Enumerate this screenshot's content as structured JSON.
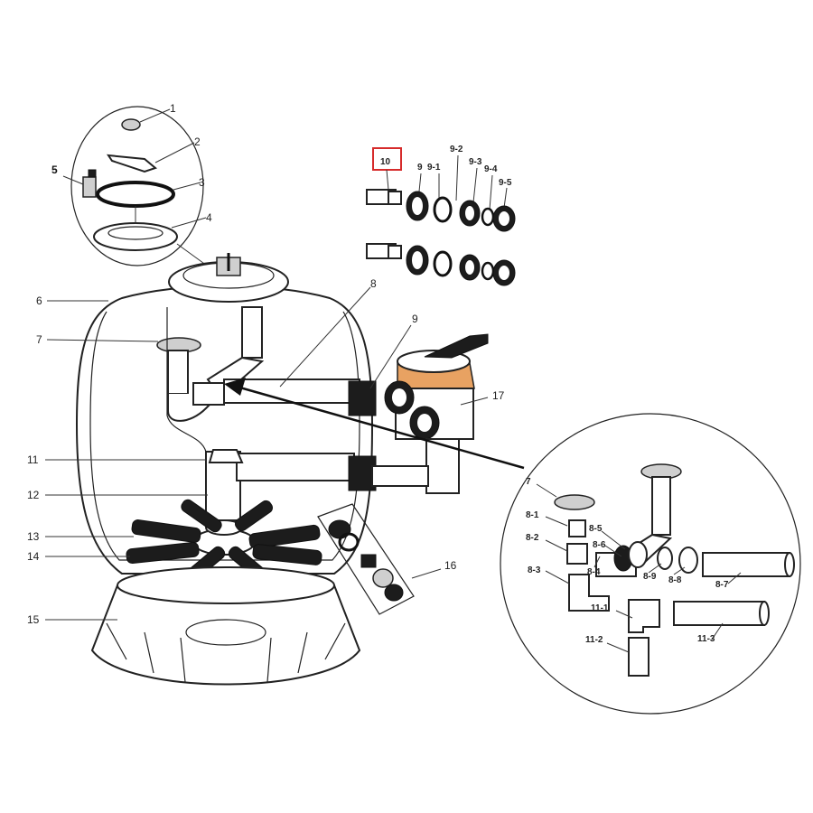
{
  "labels": {
    "l1": "1",
    "l2": "2",
    "l3": "3",
    "l4": "4",
    "l5": "5",
    "l6": "6",
    "l7": "7",
    "l8": "8",
    "l9": "9",
    "l10": "10",
    "l11": "11",
    "l12": "12",
    "l13": "13",
    "l14": "14",
    "l15": "15",
    "l16": "16",
    "l17": "17",
    "l9a": "9",
    "l9_1": "9-1",
    "l9_2": "9-2",
    "l9_3": "9-3",
    "l9_4": "9-4",
    "l9_5": "9-5",
    "d7": "7",
    "d8_1": "8-1",
    "d8_2": "8-2",
    "d8_3": "8-3",
    "d8_4": "8-4",
    "d8_5": "8-5",
    "d8_6": "8-6",
    "d8_7": "8-7",
    "d8_8": "8-8",
    "d8_9": "8-9",
    "d11_1": "11-1",
    "d11_2": "11-2",
    "d11_3": "11-3"
  },
  "colors": {
    "highlight": "#d62b2b",
    "line": "#222222",
    "valve_ring": "#e8a262"
  }
}
